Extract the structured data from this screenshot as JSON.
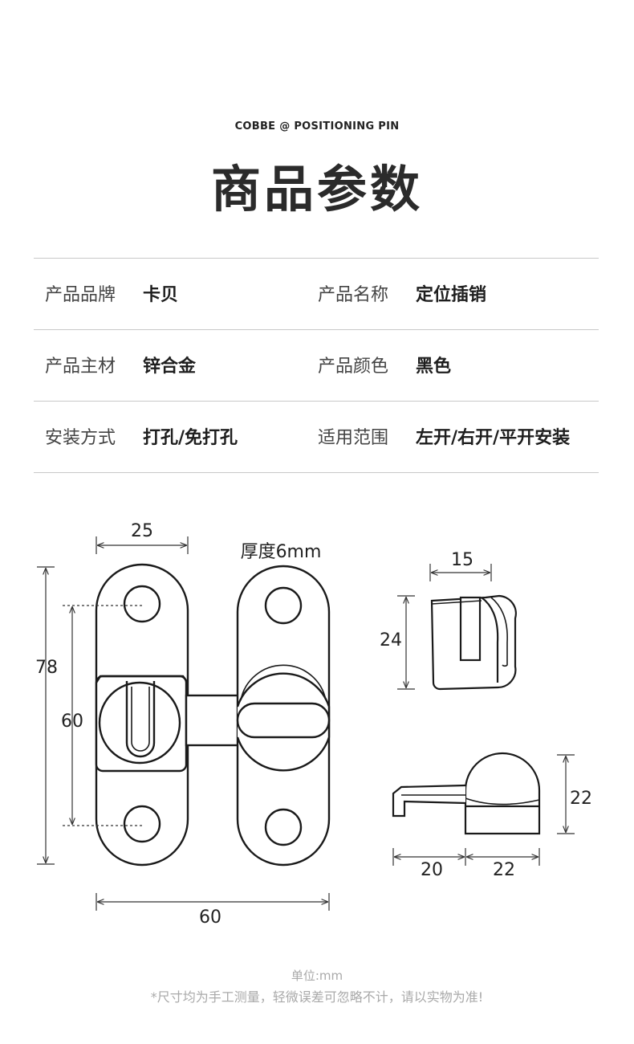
{
  "header": {
    "subtitle": "COBBE @ POSITIONING PIN",
    "title": "商品参数"
  },
  "specs": [
    {
      "label1": "产品品牌",
      "value1": "卡贝",
      "label2": "产品名称",
      "value2": "定位插销"
    },
    {
      "label1": "产品主材",
      "value1": "锌合金",
      "label2": "产品颜色",
      "value2": "黑色"
    },
    {
      "label1": "安装方式",
      "value1": "打孔/免打孔",
      "label2": "适用范围",
      "value2": "左开/右开/平开安装"
    }
  ],
  "dimensions": {
    "width_top": "25",
    "thickness": "厚度6mm",
    "height_total": "78",
    "hole_spacing": "60",
    "width_total": "60",
    "side_width": "15",
    "side_height": "24",
    "bolt_height": "22",
    "bolt_arm": "20",
    "bolt_head": "22"
  },
  "footer": {
    "unit": "单位:mm",
    "note": "*尺寸均为手工测量，轻微误差可忽略不计，请以实物为准!"
  }
}
